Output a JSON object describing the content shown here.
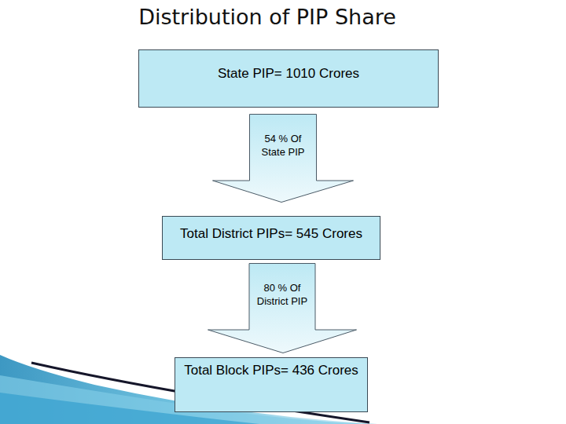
{
  "diagram": {
    "title": "Distribution of PIP Share",
    "nodes": [
      {
        "text": [
          "State PIP= 1010 Crores"
        ]
      },
      {
        "text": [
          "54 % Of State PIP"
        ]
      },
      {
        "text": [
          "Total District PIPs= 545 Crores"
        ]
      },
      {
        "text": [
          "80 % Of District PIP"
        ]
      },
      {
        "text": [
          "Total Block PIPs= 436 Crores"
        ]
      }
    ]
  }
}
